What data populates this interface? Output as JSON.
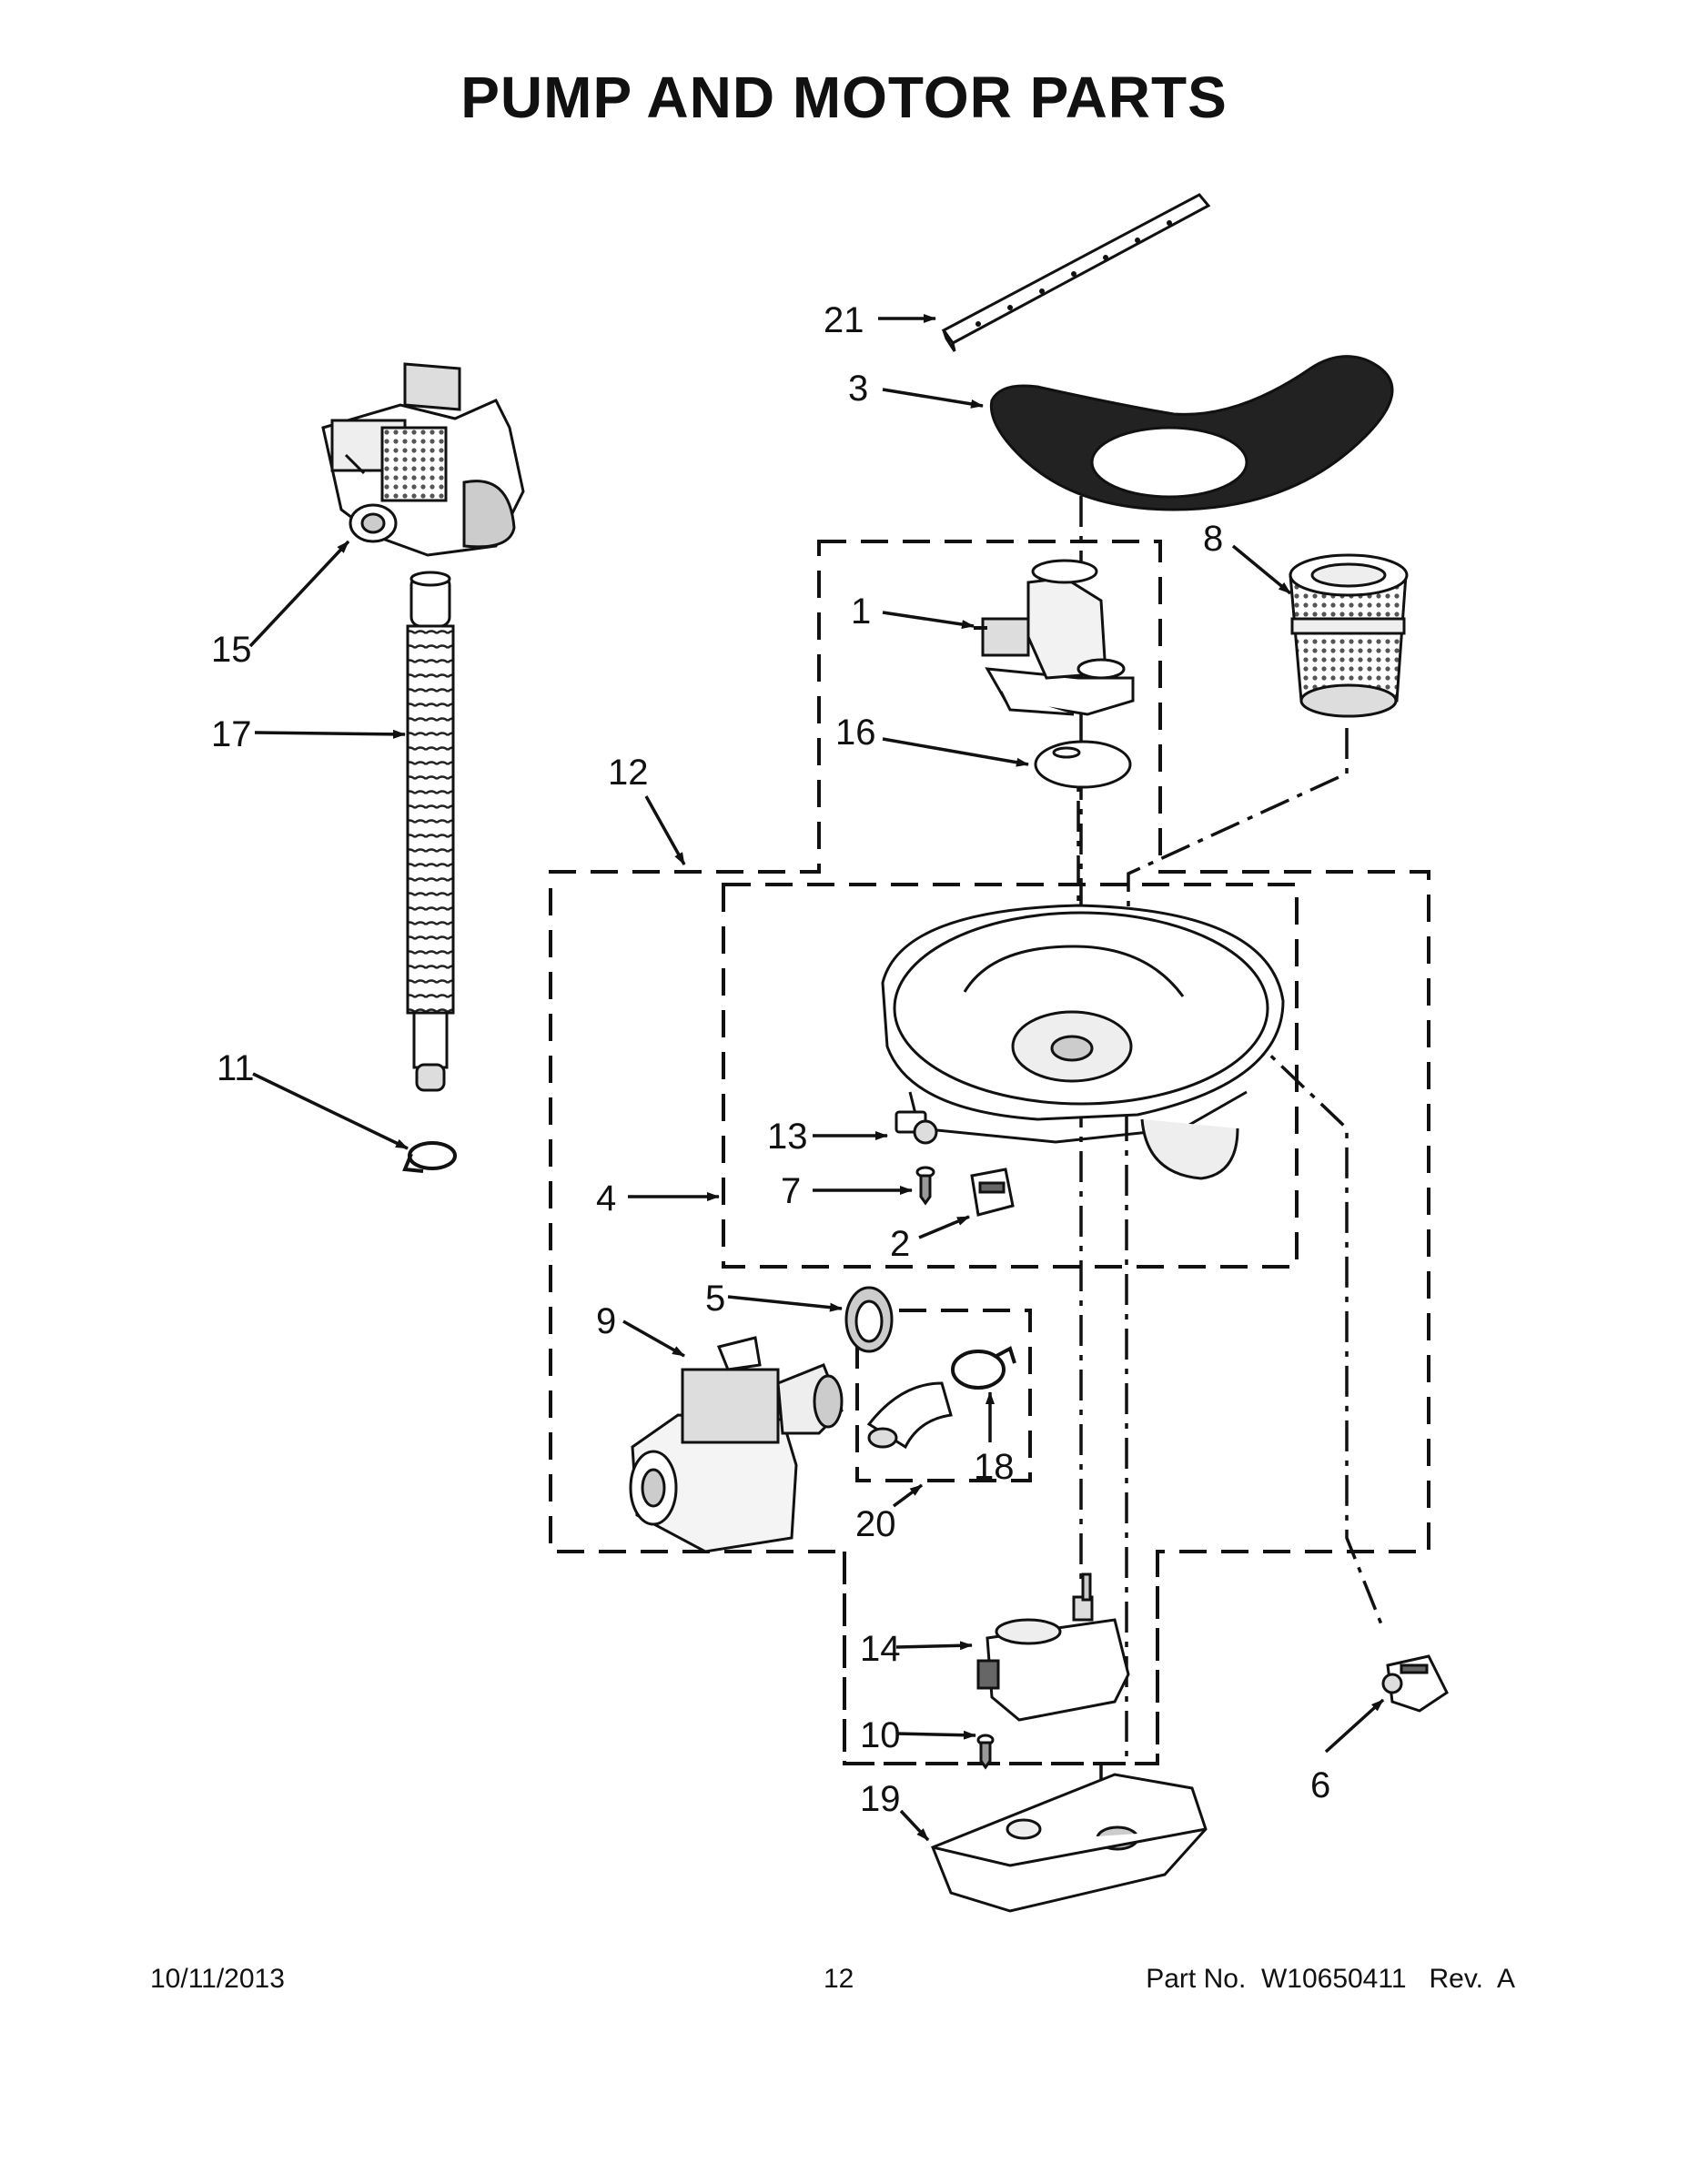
{
  "title": "PUMP AND MOTOR PARTS",
  "callouts": {
    "c21": "21",
    "c3": "3",
    "c8": "8",
    "c15": "15",
    "c1": "1",
    "c16": "16",
    "c17": "17",
    "c12": "12",
    "c11": "11",
    "c13": "13",
    "c7": "7",
    "c4": "4",
    "c2": "2",
    "c5": "5",
    "c9": "9",
    "c18": "18",
    "c20": "20",
    "c14": "14",
    "c10": "10",
    "c6": "6",
    "c19": "19"
  },
  "footer": {
    "date": "10/11/2013",
    "page": "12",
    "part_number": "Part No.  W10650411   Rev.  A"
  }
}
